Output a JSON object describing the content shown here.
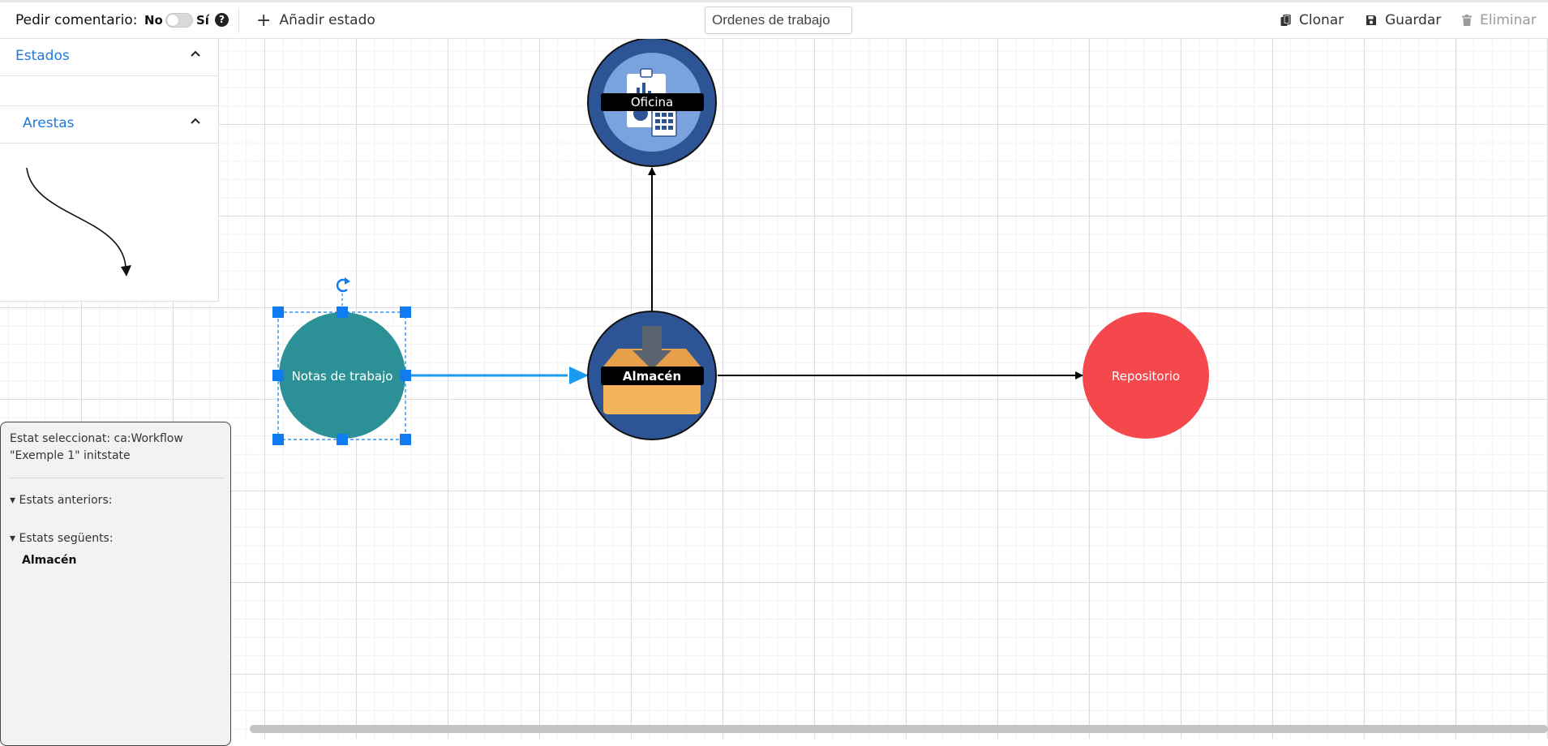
{
  "toolbar": {
    "ask_comment_label": "Pedir comentario:",
    "toggle_off_label": "No",
    "toggle_on_label": "Sí",
    "help_glyph": "?",
    "add_state_label": "Añadir estado",
    "workflow_name_value": "Ordenes de trabajo",
    "clone_label": "Clonar",
    "save_label": "Guardar",
    "delete_label": "Eliminar"
  },
  "palette": {
    "states_title": "Estados",
    "edges_title": "Arestas"
  },
  "diagram": {
    "nodes": {
      "oficina": {
        "label": "Oficina",
        "color": "#2d5596",
        "icon": "office-clipboard-calculator-icon"
      },
      "notas": {
        "label": "Notas de trabajo",
        "color": "#2b9196",
        "selected": true
      },
      "almacen": {
        "label": "Almacén",
        "color": "#2d5596",
        "icon": "warehouse-box-icon"
      },
      "repositorio": {
        "label": "Repositorio",
        "color": "#f5484d"
      }
    },
    "edges": [
      {
        "from": "Notas de trabajo",
        "to": "Almacén",
        "highlighted": true
      },
      {
        "from": "Almacén",
        "to": "Oficina"
      },
      {
        "from": "Almacén",
        "to": "Repositorio"
      }
    ]
  },
  "info_panel": {
    "selected_state": "Estat seleccionat: ca:Workflow \"Exemple 1\" initstate",
    "previous_states_label": "▾ Estats anteriors:",
    "next_states_label": "▾ Estats següents:",
    "next_states": [
      "Almacén"
    ]
  },
  "colors": {
    "accent": "#1f7ad8",
    "selection": "#0f7cf2",
    "edge_highlight": "#1a9af0"
  }
}
